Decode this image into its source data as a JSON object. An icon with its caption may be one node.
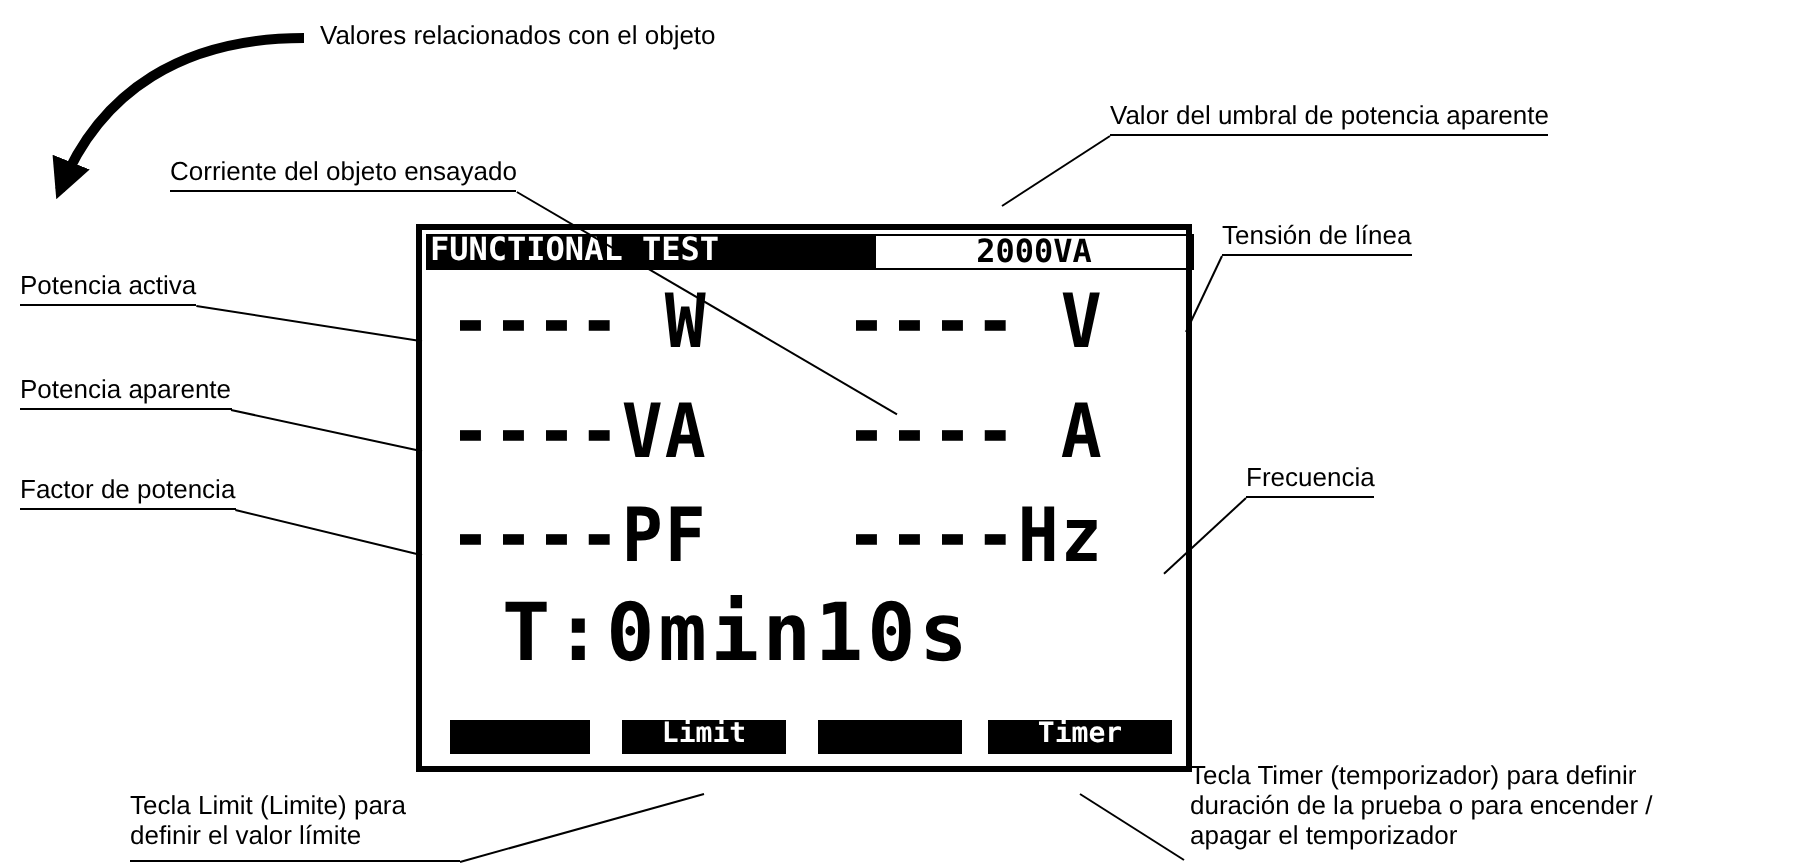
{
  "diagram": {
    "nodes": [
      {
        "text": [
          "Valores relacionados con el objeto"
        ]
      },
      {
        "text": [
          "Valor del umbral de potencia aparente"
        ]
      },
      {
        "text": [
          "Corriente del objeto ensayado"
        ]
      },
      {
        "text": [
          "Tensión de línea"
        ]
      },
      {
        "text": [
          "Potencia activa"
        ]
      },
      {
        "text": [
          "Potencia aparente"
        ]
      },
      {
        "text": [
          "Factor de potencia"
        ]
      },
      {
        "text": [
          "Frecuencia"
        ]
      },
      {
        "text": [],
        "shape": "box"
      },
      {
        "text": [
          "FUNCTIONAL TEST"
        ],
        "in": 8
      },
      {
        "text": [
          "2000VA"
        ],
        "in": 8
      },
      {
        "text": [
          "---- W"
        ],
        "in": 8
      },
      {
        "text": [
          "---- V"
        ],
        "in": 8
      },
      {
        "text": [
          "----VA"
        ],
        "in": 8
      },
      {
        "text": [
          "---- A"
        ],
        "in": 8
      },
      {
        "text": [
          "----PF"
        ],
        "in": 8
      },
      {
        "text": [
          "----Hz"
        ],
        "in": 8
      },
      {
        "text": [
          "T:0min10s"
        ],
        "in": 8
      },
      {
        "text": [],
        "shape": "bar",
        "in": 8
      },
      {
        "text": [
          "Limit"
        ],
        "in": 8
      },
      {
        "text": [],
        "shape": "bar",
        "in": 8
      },
      {
        "text": [
          "Timer"
        ],
        "in": 8
      },
      {
        "text": [
          "Tecla Limit (Limite) para definir el valor límite"
        ]
      },
      {
        "text": [
          "Tecla Timer (temporizador) para definir duración de la prueba o para encender / apagar el temporizador"
        ]
      }
    ],
    "edges": [
      {
        "from": 0,
        "to": null,
        "arrow": "to",
        "style": "thick"
      },
      {
        "from": 1,
        "to": 10,
        "arrow": "none"
      },
      {
        "from": 2,
        "to": 14,
        "arrow": "none"
      },
      {
        "from": 3,
        "to": 12,
        "arrow": "none"
      },
      {
        "from": 4,
        "to": 11,
        "arrow": "none"
      },
      {
        "from": 5,
        "to": 13,
        "arrow": "none"
      },
      {
        "from": 6,
        "to": 15,
        "arrow": "none"
      },
      {
        "from": 7,
        "to": 16,
        "arrow": "none"
      },
      {
        "from": 22,
        "to": 19,
        "arrow": "none"
      },
      {
        "from": 23,
        "to": 21,
        "arrow": "none"
      }
    ]
  }
}
